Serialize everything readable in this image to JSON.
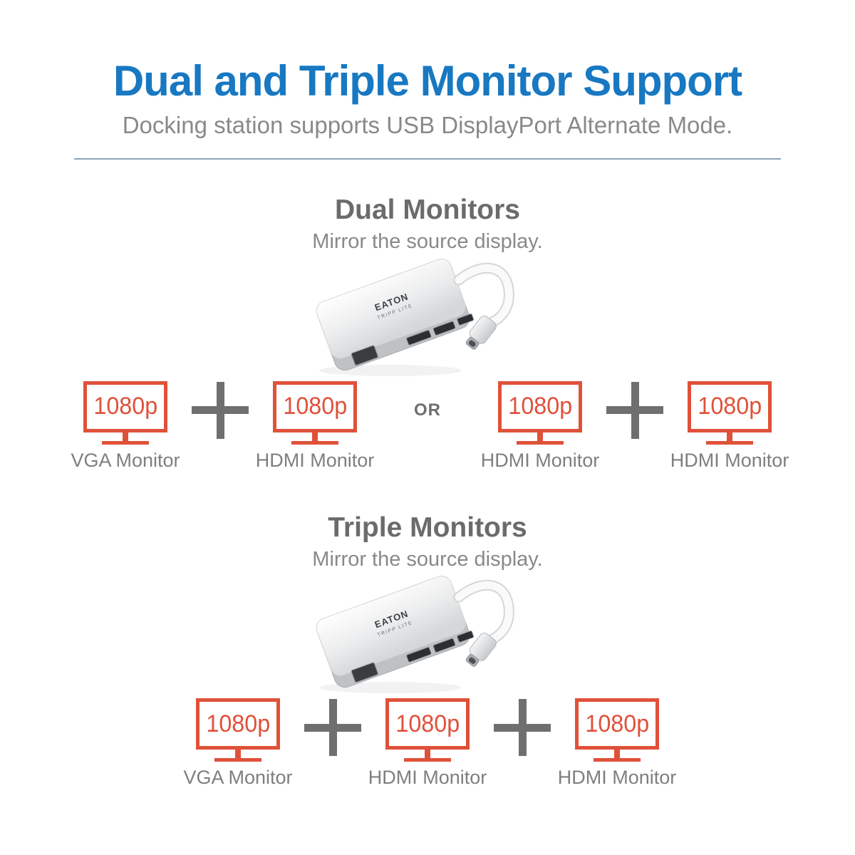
{
  "header": {
    "title": "Dual and Triple Monitor Support",
    "subtitle": "Docking station supports USB DisplayPort Alternate Mode."
  },
  "dock": {
    "brand": "EATON",
    "brand_sub": "TRIPP LITE"
  },
  "sections": [
    {
      "heading": "Dual Monitors",
      "subheading": "Mirror the source display.",
      "or_label": "OR",
      "monitors": [
        {
          "resolution": "1080p",
          "label": "VGA Monitor"
        },
        {
          "resolution": "1080p",
          "label": "HDMI Monitor"
        },
        {
          "resolution": "1080p",
          "label": "HDMI Monitor"
        },
        {
          "resolution": "1080p",
          "label": "HDMI Monitor"
        }
      ]
    },
    {
      "heading": "Triple Monitors",
      "subheading": "Mirror the source display.",
      "monitors": [
        {
          "resolution": "1080p",
          "label": "VGA Monitor"
        },
        {
          "resolution": "1080p",
          "label": "HDMI Monitor"
        },
        {
          "resolution": "1080p",
          "label": "HDMI Monitor"
        }
      ]
    }
  ],
  "colors": {
    "title_blue": "#1878C2",
    "heading_gray": "#6B6B6B",
    "subtext_gray": "#898989",
    "label_gray": "#7F7F7F",
    "monitor_orange": "#E0513A",
    "plus_gray": "#6F6F6F",
    "divider_blue": "#8CA4B8"
  }
}
